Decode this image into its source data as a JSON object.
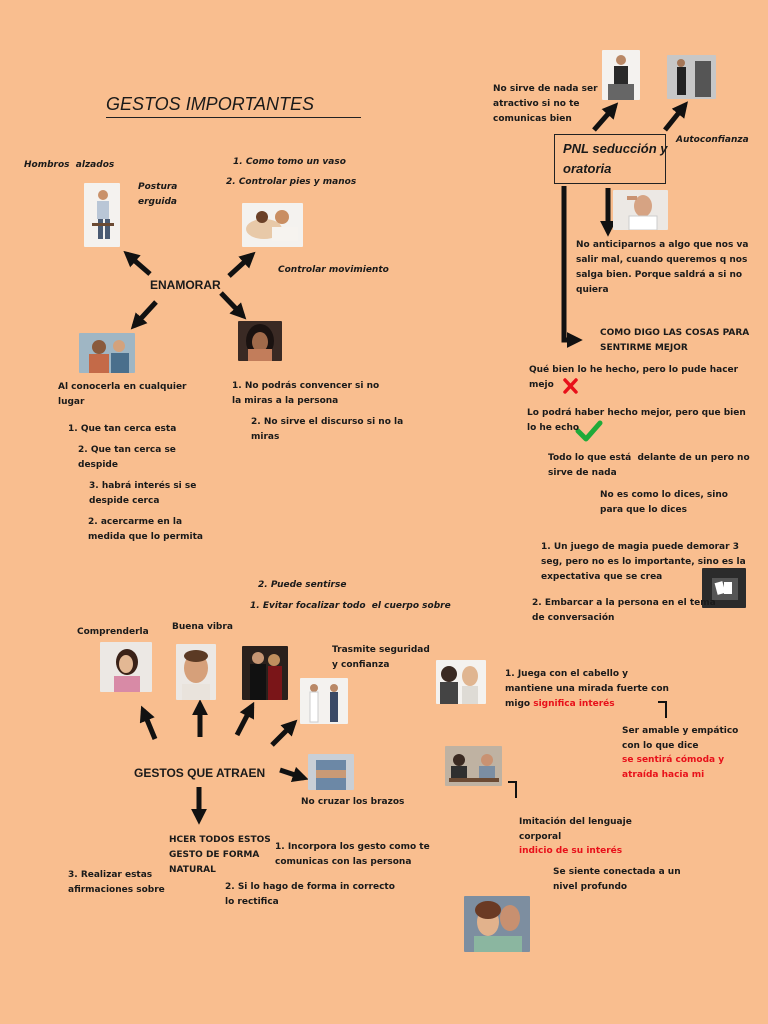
{
  "title": "GESTOS IMPORTANTES",
  "enamorar": {
    "hub": "ENAMORAR",
    "hombros": "Hombros  alzados",
    "postura": "Postura\nerguida",
    "como_tomo": "1. Como tomo un vaso",
    "controlar_pies": "2. Controlar pies y manos",
    "controlar_mov": "Controlar movimiento",
    "al_conocerla": "Al conocerla en cualquier\nlugar",
    "cerca_esta": "1. Que tan cerca esta",
    "cerca_despide": "2. Que tan cerca se\ndespide",
    "interes_despide": "3. habrá interés si se\ndespide cerca",
    "acercarme": "2. acercarme en la\nmedida que lo permita",
    "no_podras": "1. No podrás convencer si no\nla miras a la persona",
    "no_sirve_discurso": "2. No sirve el discurso si no la\nmiras"
  },
  "atraen": {
    "hub": "GESTOS QUE ATRAEN",
    "puede_sentirse": "2. Puede sentirse",
    "evitar": "1. Evitar focalizar todo  el cuerpo sobre",
    "comprenderla": "Comprenderla",
    "buena_vibra": "Buena vibra",
    "trasmite": "Trasmite seguridad\ny confianza",
    "no_cruzar": "No cruzar los brazos",
    "hacer_todos": "HCER TODOS ESTOS\nGESTO DE FORMA\nNATURAL",
    "incorpora": "1. Incorpora los gesto como te\ncomunicas con las persona",
    "si_lo_hago": "2. Si lo hago de forma in correcto\nlo rectifica",
    "realizar": "3. Realizar estas\nafirmaciones sobre"
  },
  "pnl": {
    "box": "PNL seducción y\noratoria",
    "no_sirve_atractivo": "No sirve de nada ser\natractivo si no te\ncomunicas bien",
    "autoconfianza": "Autoconfianza",
    "no_anticiparnos": "No anticiparnos a algo que nos va\nsalir mal, cuando queremos q nos\nsalga bien. Porque saldrá a si no\nquiera",
    "como_digo": "COMO DIGO LAS COSAS PARA\nSENTIRME MEJOR",
    "que_bien": "Qué bien lo he hecho, pero lo pude hacer\nmejo",
    "lo_podra": "Lo podrá haber hecho mejor, pero que bien\nlo he echo",
    "todo_lo_que": "Todo lo que está  delante de un pero no\nsirve de nada",
    "no_es_como": "No es como lo dices, sino\npara que lo dices",
    "juego_magia": "1. Un juego de magia puede demorar 3\nseg, pero no es lo importante, sino es la\nexpectativa que se crea",
    "embarcar": "2. Embarcar a la persona en el tema\nde conversación"
  },
  "senales": {
    "juega_cabello": "1. Juega con el cabello y\nmantiene una mirada fuerte con\nmigo ",
    "significa_interes": "significa interés",
    "ser_amable": "Ser amable y empático\ncon lo que dice",
    "se_sentira": "se sentirá cómoda y\natraída hacia mi",
    "imitacion": "Imitación del lenguaje\ncorporal",
    "indicio": "indicio de su interés",
    "se_siente": "Se siente conectada a un\nnivel profundo"
  },
  "colors": {
    "background": "#F9BE8F",
    "accent_red": "#E8101A",
    "check_green": "#1FAA3A",
    "arrow": "#111111"
  }
}
